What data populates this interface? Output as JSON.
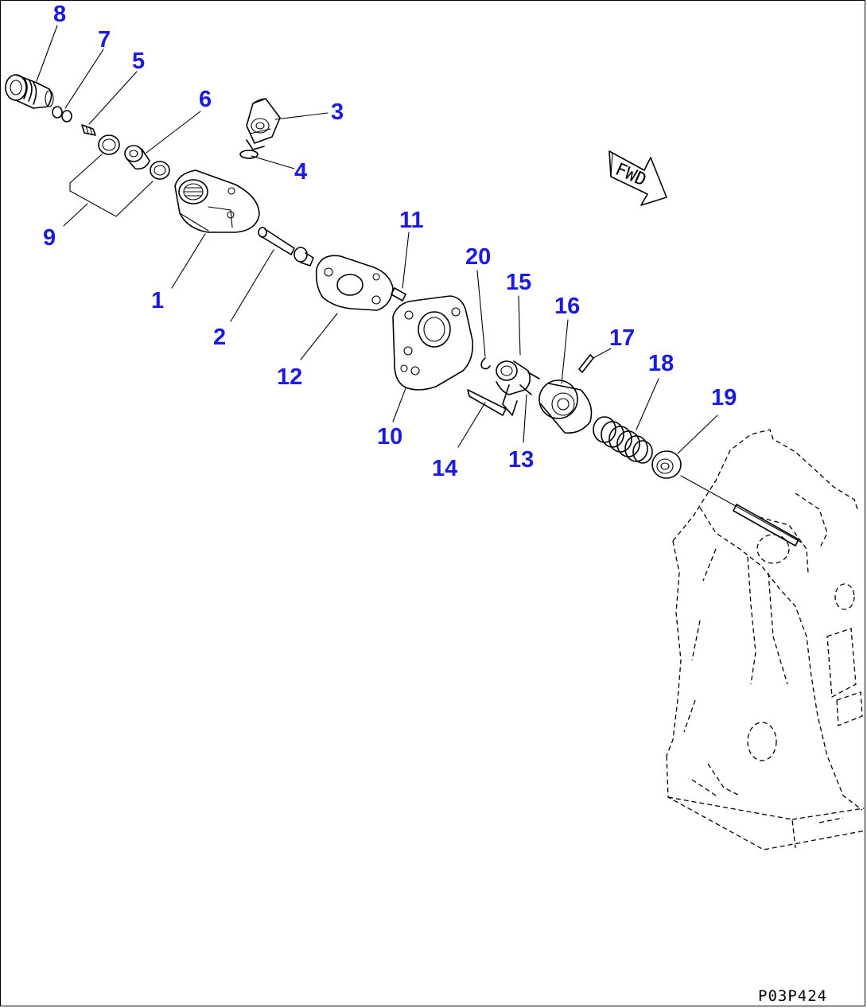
{
  "diagram": {
    "reference_code": "P03P424",
    "direction_label": "FWD",
    "callouts": [
      "1",
      "2",
      "3",
      "4",
      "5",
      "6",
      "7",
      "8",
      "9",
      "10",
      "11",
      "12",
      "13",
      "14",
      "15",
      "16",
      "17",
      "18",
      "19",
      "20"
    ]
  },
  "colors": {
    "callout": "#1a1ae0",
    "line": "#000000",
    "background": "#ffffff"
  }
}
